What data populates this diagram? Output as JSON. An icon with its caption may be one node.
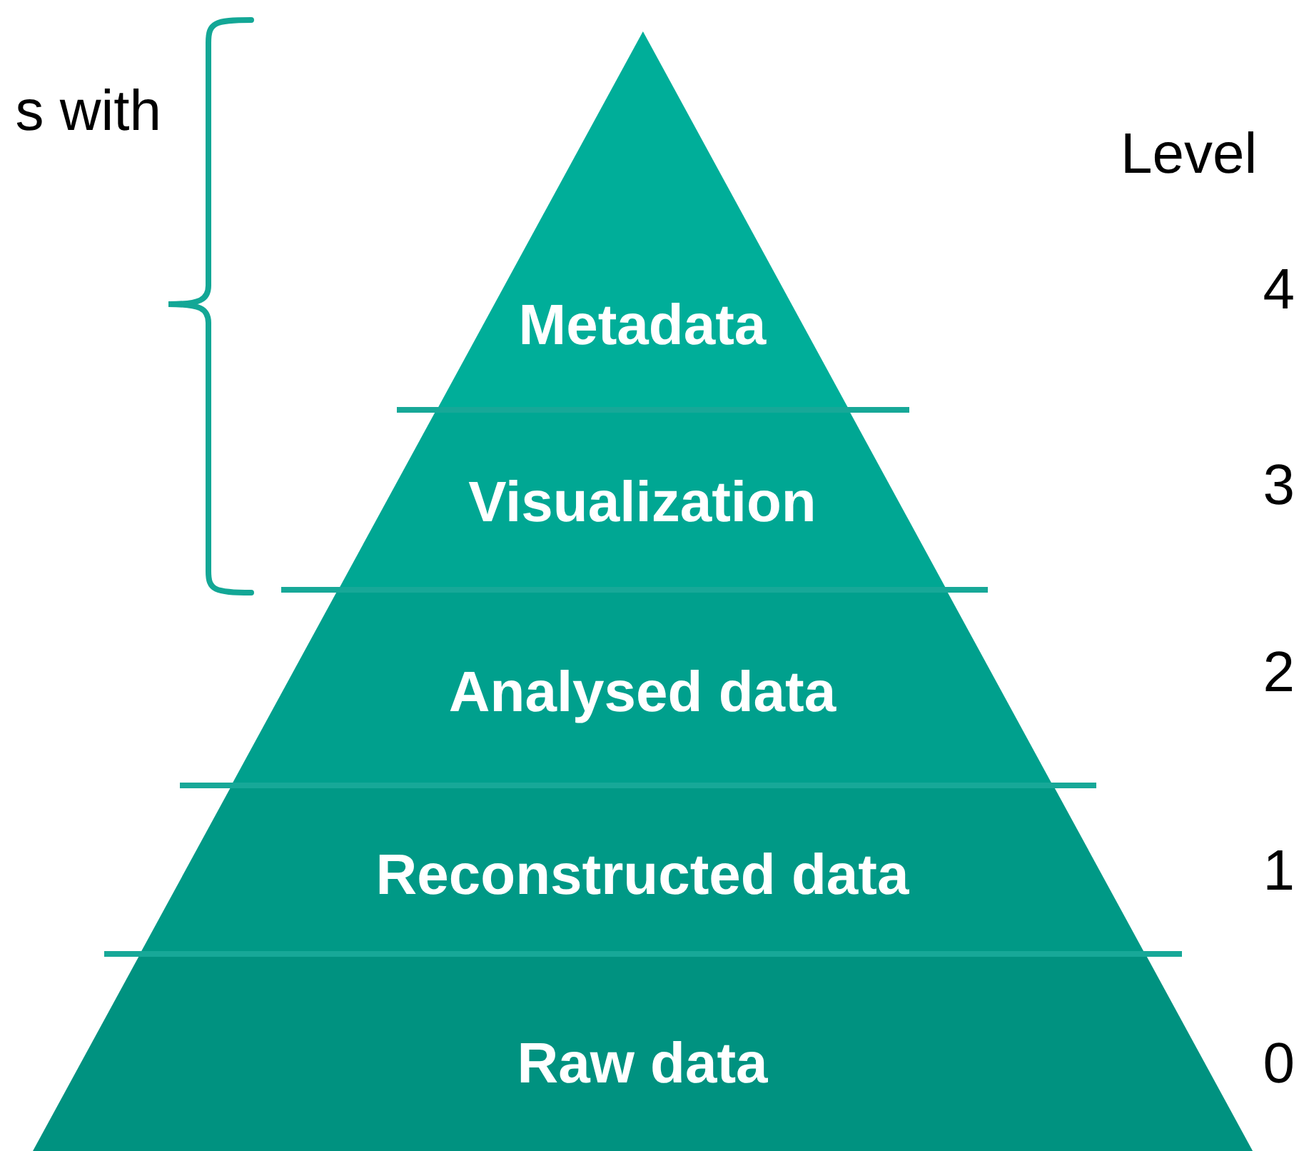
{
  "diagram": {
    "nodes": [
      {
        "text": [
          "Metadata"
        ]
      },
      {
        "text": [
          "Visualization"
        ]
      },
      {
        "text": [
          "Analysed data"
        ]
      },
      {
        "text": [
          "Reconstructed data"
        ]
      },
      {
        "text": [
          "Raw data"
        ]
      }
    ],
    "labels": [
      "s with",
      "Level",
      "4",
      "3",
      "2",
      "1",
      "0"
    ]
  }
}
